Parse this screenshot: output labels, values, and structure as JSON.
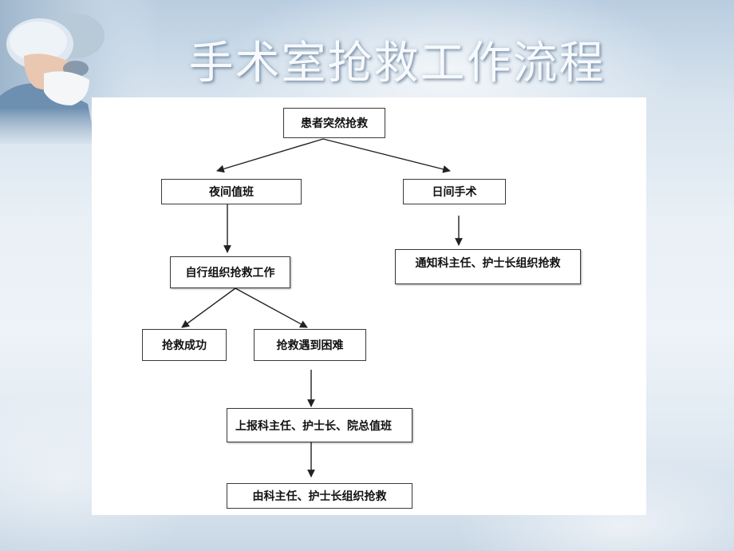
{
  "slide": {
    "title": "手术室抢救工作流程"
  },
  "flowchart": {
    "nodes": {
      "start": "患者突然抢救",
      "night": "夜间值班",
      "day": "日间手术",
      "self_rescue": "自行组织抢救工作",
      "notify": "通知科主任、护士长组织抢救",
      "success": "抢救成功",
      "difficulty": "抢救遇到困难",
      "report": "上报科主任、护士长、院总值班",
      "organize": "由科主任、护士长组织抢救"
    },
    "edges": [
      [
        "start",
        "night"
      ],
      [
        "start",
        "day"
      ],
      [
        "night",
        "self_rescue"
      ],
      [
        "day",
        "notify"
      ],
      [
        "self_rescue",
        "success"
      ],
      [
        "self_rescue",
        "difficulty"
      ],
      [
        "difficulty",
        "report"
      ],
      [
        "report",
        "organize"
      ]
    ]
  },
  "colors": {
    "title_text": "#f7f9fc",
    "node_border": "#3a3a3a",
    "arrow": "#222222",
    "panel": "#ffffff"
  }
}
